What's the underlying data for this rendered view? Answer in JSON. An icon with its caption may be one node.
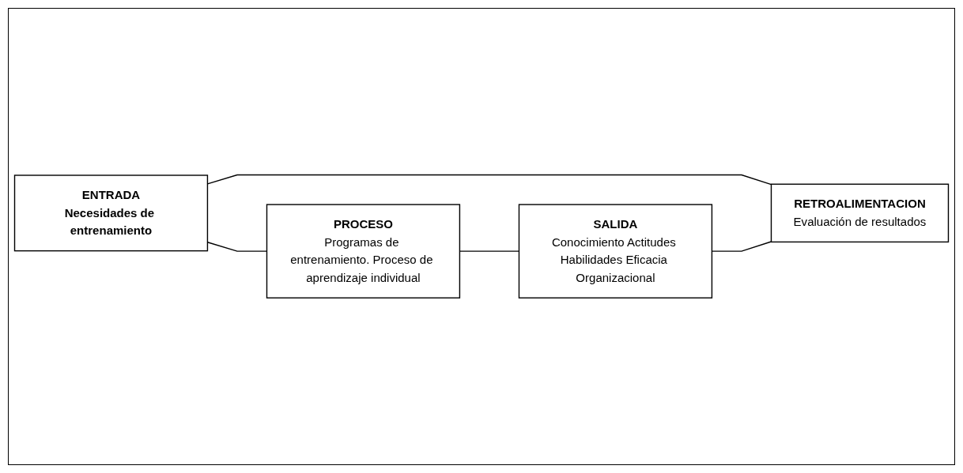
{
  "diagram": {
    "nodes": [
      {
        "text": [
          "ENTRADA",
          "Necesidades de entrenamiento"
        ]
      },
      {
        "text": [
          "PROCESO",
          "Programas de entrenamiento. Proceso de aprendizaje individual"
        ]
      },
      {
        "text": [
          "SALIDA",
          "Conocimiento Actitudes Habilidades Eficacia Organizacional"
        ]
      },
      {
        "text": [
          "RETROALIMENTACION",
          "Evaluación de resultados"
        ]
      }
    ],
    "edges": [
      {
        "from": 0,
        "to": 1,
        "arrow": "none"
      },
      {
        "from": 1,
        "to": 2,
        "arrow": "none"
      },
      {
        "from": 0,
        "to": 3,
        "arrow": "none"
      },
      {
        "from": 2,
        "to": 3,
        "arrow": "none"
      }
    ]
  }
}
